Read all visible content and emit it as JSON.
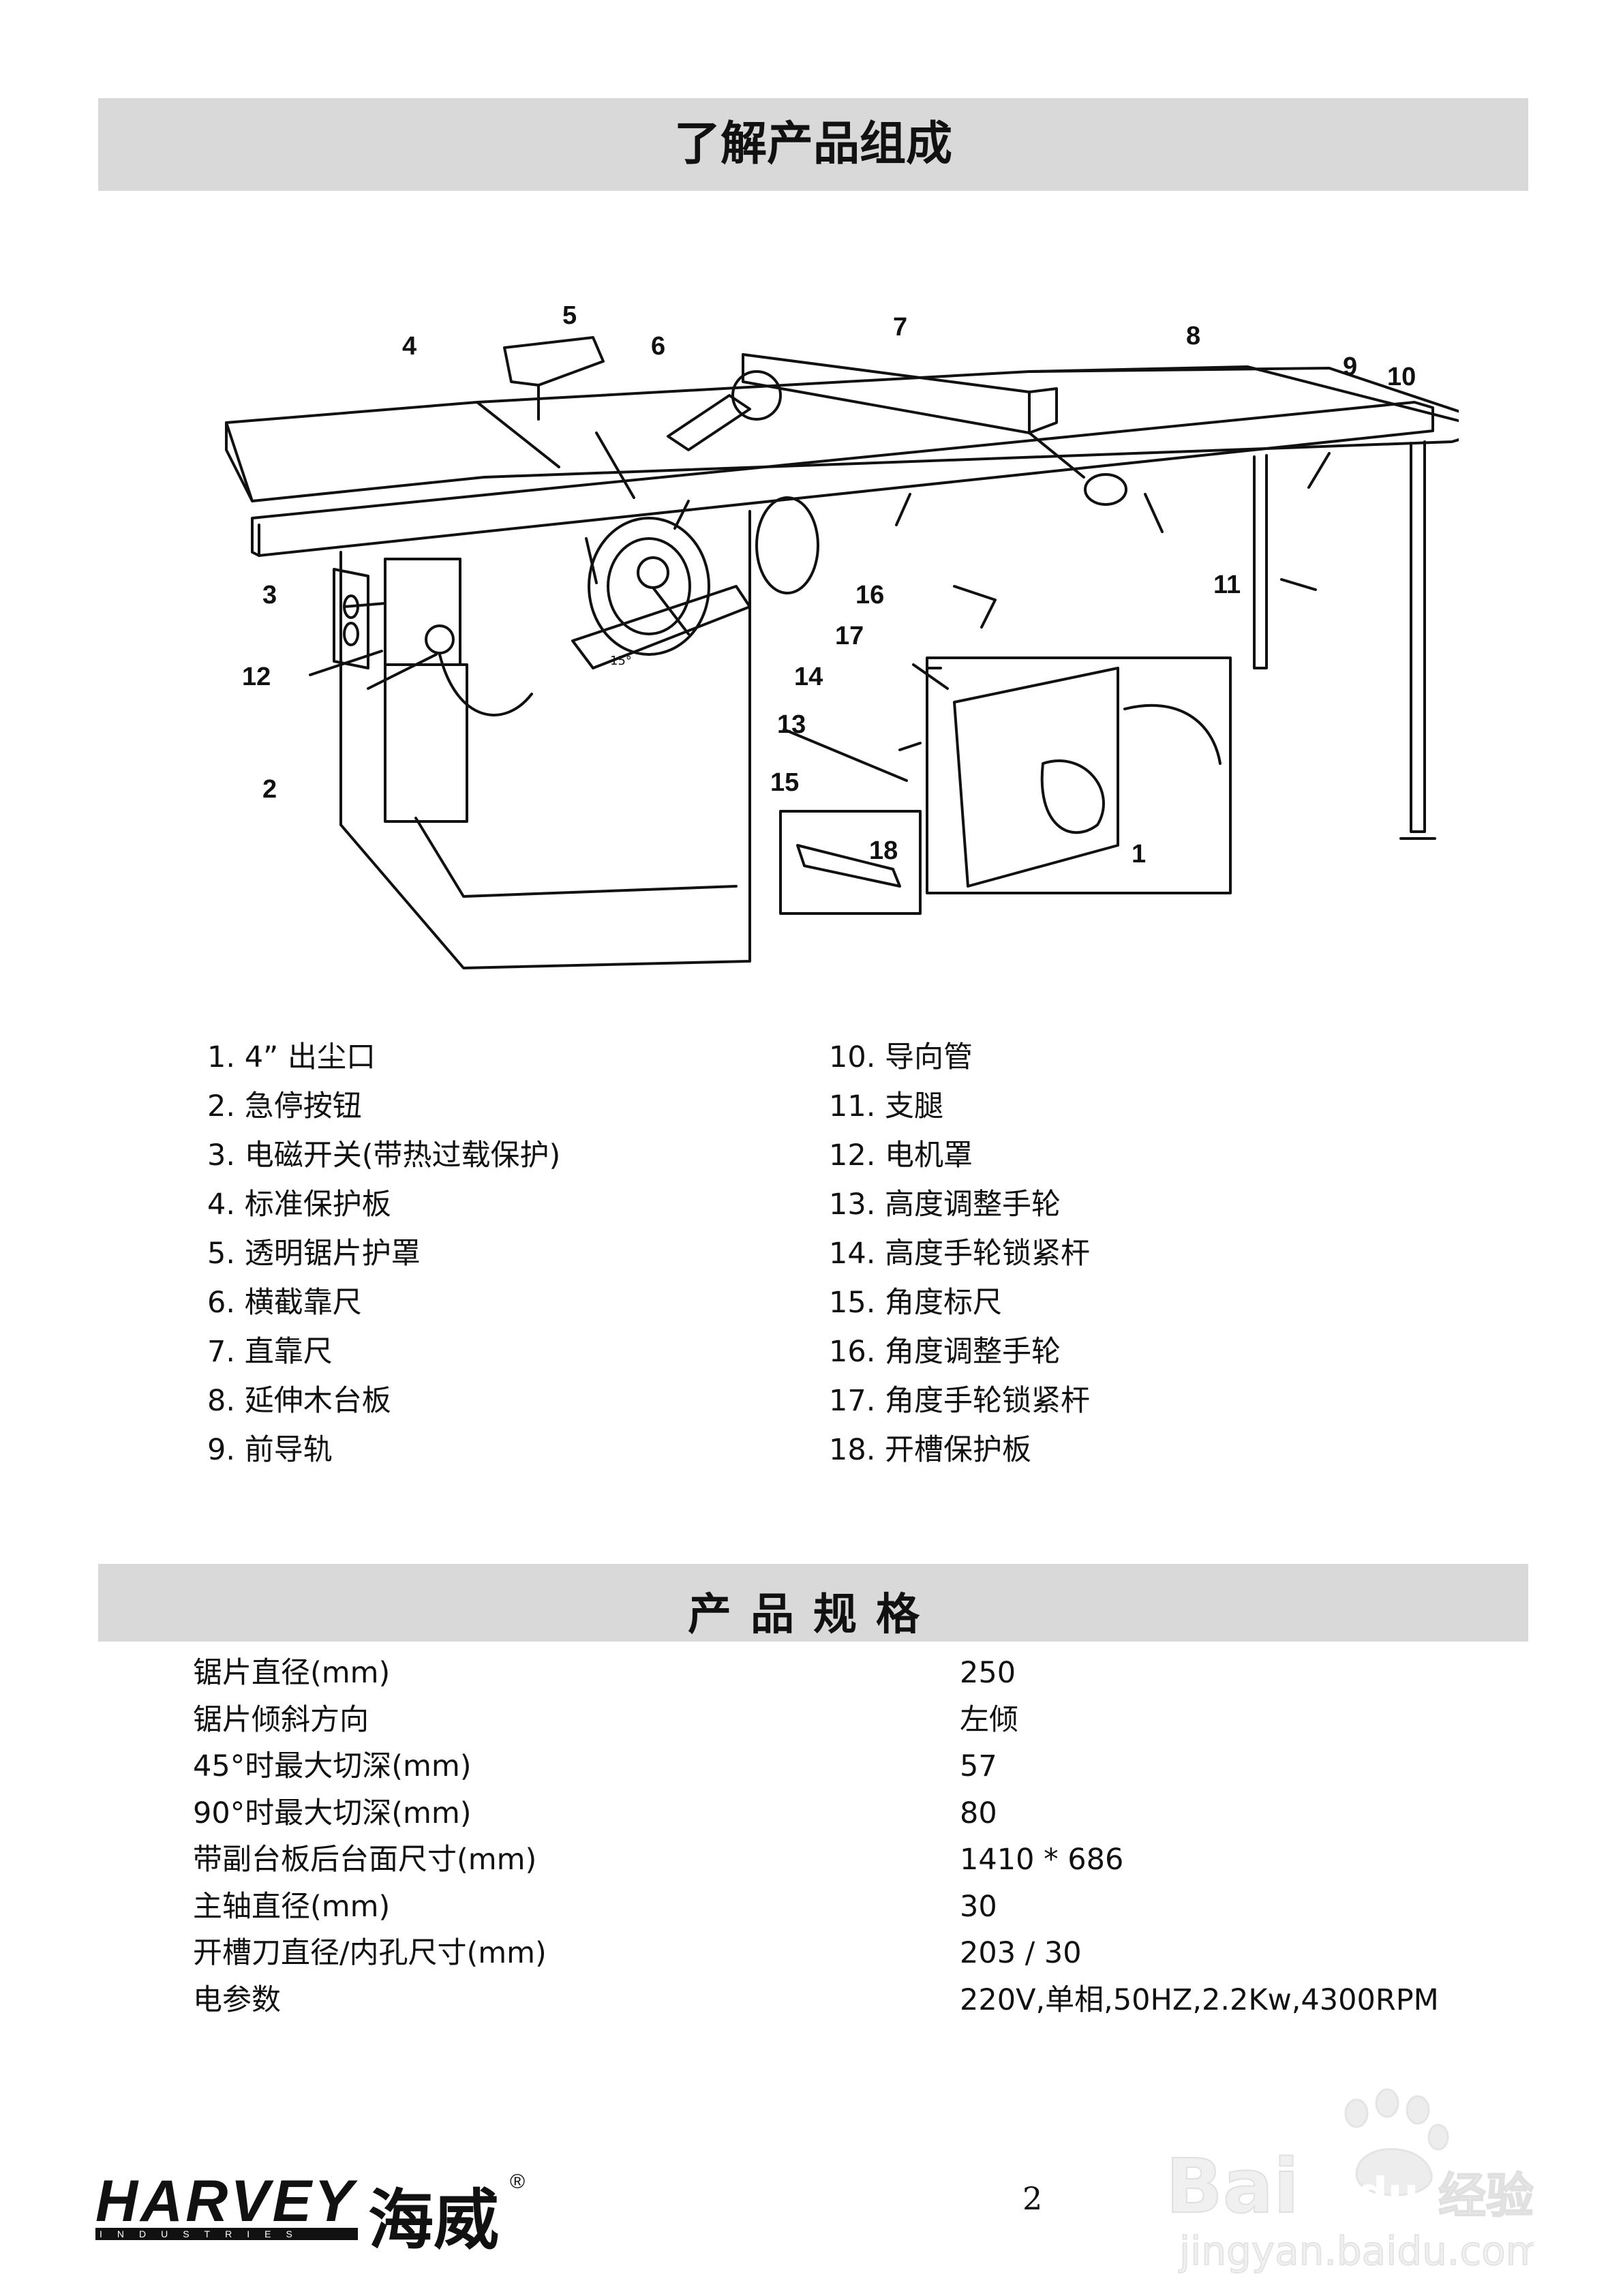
{
  "sections": {
    "components_title": "了解产品组成",
    "specs_title": "产品规格"
  },
  "diagram_labels": [
    "1",
    "2",
    "3",
    "4",
    "5",
    "6",
    "7",
    "8",
    "9",
    "10",
    "11",
    "12",
    "13",
    "14",
    "15",
    "16",
    "17",
    "18"
  ],
  "diagram_tick_text": "15°",
  "parts": [
    "1.  4” 出尘口",
    "2. 急停按钮",
    "3. 电磁开关(带热过载保护)",
    "4. 标准保护板",
    "5. 透明锯片护罩",
    "6. 横截靠尺",
    "7. 直靠尺",
    "8. 延伸木台板",
    "9. 前导轨",
    "10. 导向管",
    "11. 支腿",
    "12. 电机罩",
    "13. 高度调整手轮",
    "14. 高度手轮锁紧杆",
    "15. 角度标尺",
    "16. 角度调整手轮",
    "17. 角度手轮锁紧杆",
    "18. 开槽保护板"
  ],
  "specs": [
    {
      "name": "锯片直径(mm)",
      "value": "250"
    },
    {
      "name": "锯片倾斜方向",
      "value": "左倾"
    },
    {
      "name": "45°时最大切深(mm)",
      "value": "57"
    },
    {
      "name": "90°时最大切深(mm)",
      "value": "80"
    },
    {
      "name": "带副台板后台面尺寸(mm)",
      "value": "1410 * 686"
    },
    {
      "name": "主轴直径(mm)",
      "value": "30"
    },
    {
      "name": "开槽刀直径/内孔尺寸(mm)",
      "value": "203 / 30"
    },
    {
      "name": "电参数",
      "value": "220V,单相,50HZ,2.2Kw,4300RPM"
    }
  ],
  "footer": {
    "page_number": "2",
    "brand_en": "HARVEY",
    "brand_sub": "INDUSTRIES",
    "brand_cn": "海威",
    "registered": "®",
    "watermark_main": "Bai",
    "watermark_du": "du",
    "watermark_cn": "经验",
    "watermark_url": "jingyan.baidu.com"
  },
  "colors": {
    "band": "#d9d9d9",
    "ink": "#111111"
  }
}
